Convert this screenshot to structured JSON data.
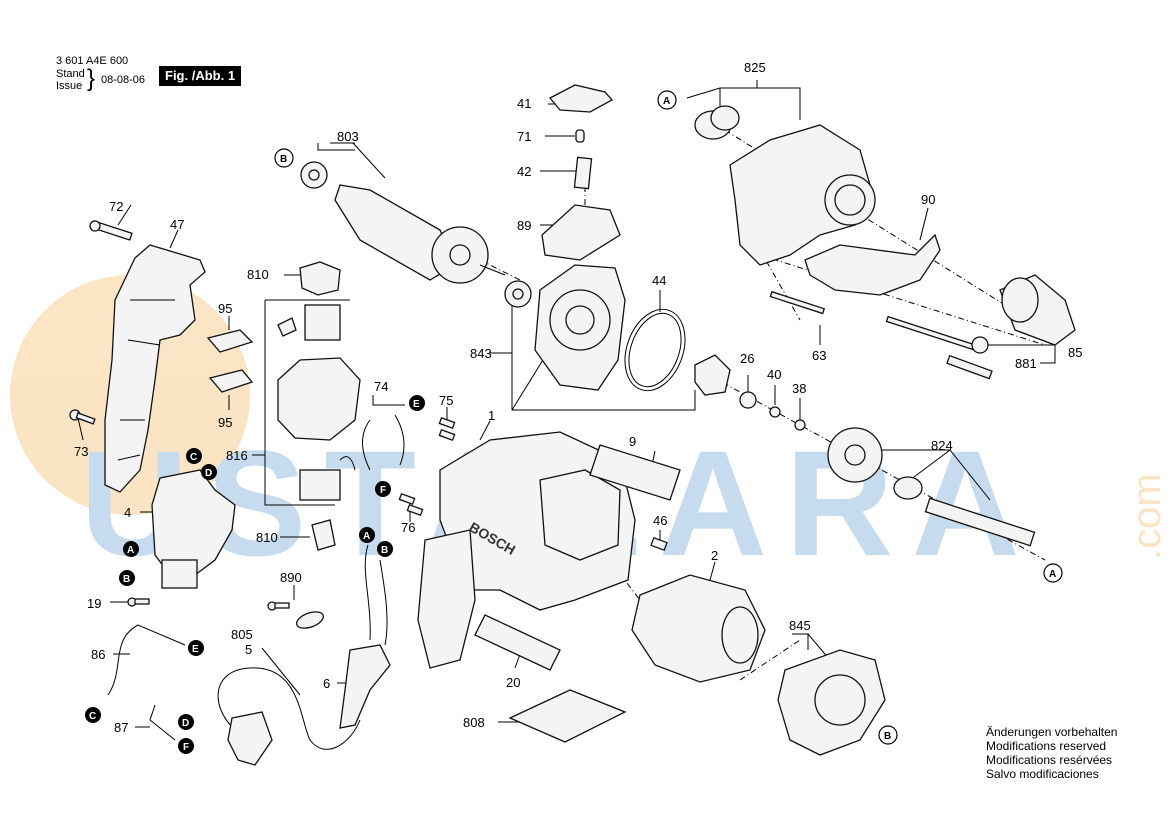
{
  "header": {
    "doc_number": "3 601 A4E 600",
    "stand_label": "Stand",
    "issue_label": "Issue",
    "brace": "}",
    "date": "08-08-06",
    "figure_label": "Fig. /Abb. 1"
  },
  "watermark": {
    "text": "USTALARA",
    "suffix": ".com",
    "color_main": "#3b7fc4",
    "color_accent": "#f0a030"
  },
  "labels": {
    "p1": "1",
    "p2": "2",
    "p4": "4",
    "p5": "5",
    "p6": "6",
    "p9": "9",
    "p19": "19",
    "p20": "20",
    "p26": "26",
    "p38": "38",
    "p40": "40",
    "p41": "41",
    "p42": "42",
    "p44": "44",
    "p46": "46",
    "p47": "47",
    "p63": "63",
    "p71": "71",
    "p72": "72",
    "p73": "73",
    "p74": "74",
    "p75": "75",
    "p76": "76",
    "p85": "85",
    "p86": "86",
    "p87": "87",
    "p89": "89",
    "p90": "90",
    "p95a": "95",
    "p95b": "95",
    "p803": "803",
    "p805": "805",
    "p808": "808",
    "p810a": "810",
    "p810b": "810",
    "p816": "816",
    "p824": "824",
    "p825": "825",
    "p843": "843",
    "p845": "845",
    "p881": "881",
    "p890": "890"
  },
  "markers": {
    "A": "A",
    "B": "B",
    "C": "C",
    "D": "D",
    "E": "E",
    "F": "F"
  },
  "brand_on_housing": "BOSCH",
  "notes": [
    "Änderungen vorbehalten",
    "Modifications reserved",
    "Modifications resérvées",
    "Salvo modificaciones"
  ],
  "icons": {
    "callout_marker": "circle-letter-icon",
    "part_shape": "exploded-part-icon"
  }
}
